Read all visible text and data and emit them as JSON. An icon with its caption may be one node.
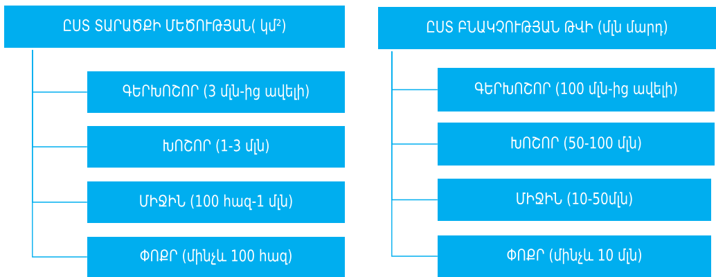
{
  "diagram": {
    "nodes": [
      {
        "text": [
          "ԸՍՏ ՏԱՐԱԾՔԻ ՄԵԾՈՒԹՅԱՆ( կմ²)"
        ]
      },
      {
        "text": [
          "ԳԵՐԽՈՇՈՐ (3 մլն-ից ավելի)"
        ]
      },
      {
        "text": [
          "ԽՈՇՈՐ (1-3 մլն)"
        ]
      },
      {
        "text": [
          "ՄԻՋԻՆ (100 հազ-1 մլն)"
        ]
      },
      {
        "text": [
          "ՓՈՔՐ (մինչև 100 հազ)"
        ]
      },
      {
        "text": [
          "ԸՍՏ ԲՆԱԿՉՈՒԹՅԱՆ ԹՎԻ (մլն մարդ)"
        ]
      },
      {
        "text": [
          "ԳԵՐԽՈՇՈՐ (100 մլն-ից ավելի)"
        ]
      },
      {
        "text": [
          "ԽՈՇՈՐ (50-100 մլն)"
        ]
      },
      {
        "text": [
          "ՄԻՋԻՆ (10-50մլն)"
        ]
      },
      {
        "text": [
          "ՓՈՔՐ (մինչև 10 մլն)"
        ]
      }
    ],
    "edges": [
      {
        "from": 0,
        "to": 1,
        "arrow": "none"
      },
      {
        "from": 0,
        "to": 2,
        "arrow": "none"
      },
      {
        "from": 0,
        "to": 3,
        "arrow": "none"
      },
      {
        "from": 0,
        "to": 4,
        "arrow": "none"
      },
      {
        "from": 5,
        "to": 6,
        "arrow": "none"
      },
      {
        "from": 5,
        "to": 7,
        "arrow": "none"
      },
      {
        "from": 5,
        "to": 8,
        "arrow": "none"
      },
      {
        "from": 5,
        "to": 9,
        "arrow": "none"
      }
    ]
  }
}
